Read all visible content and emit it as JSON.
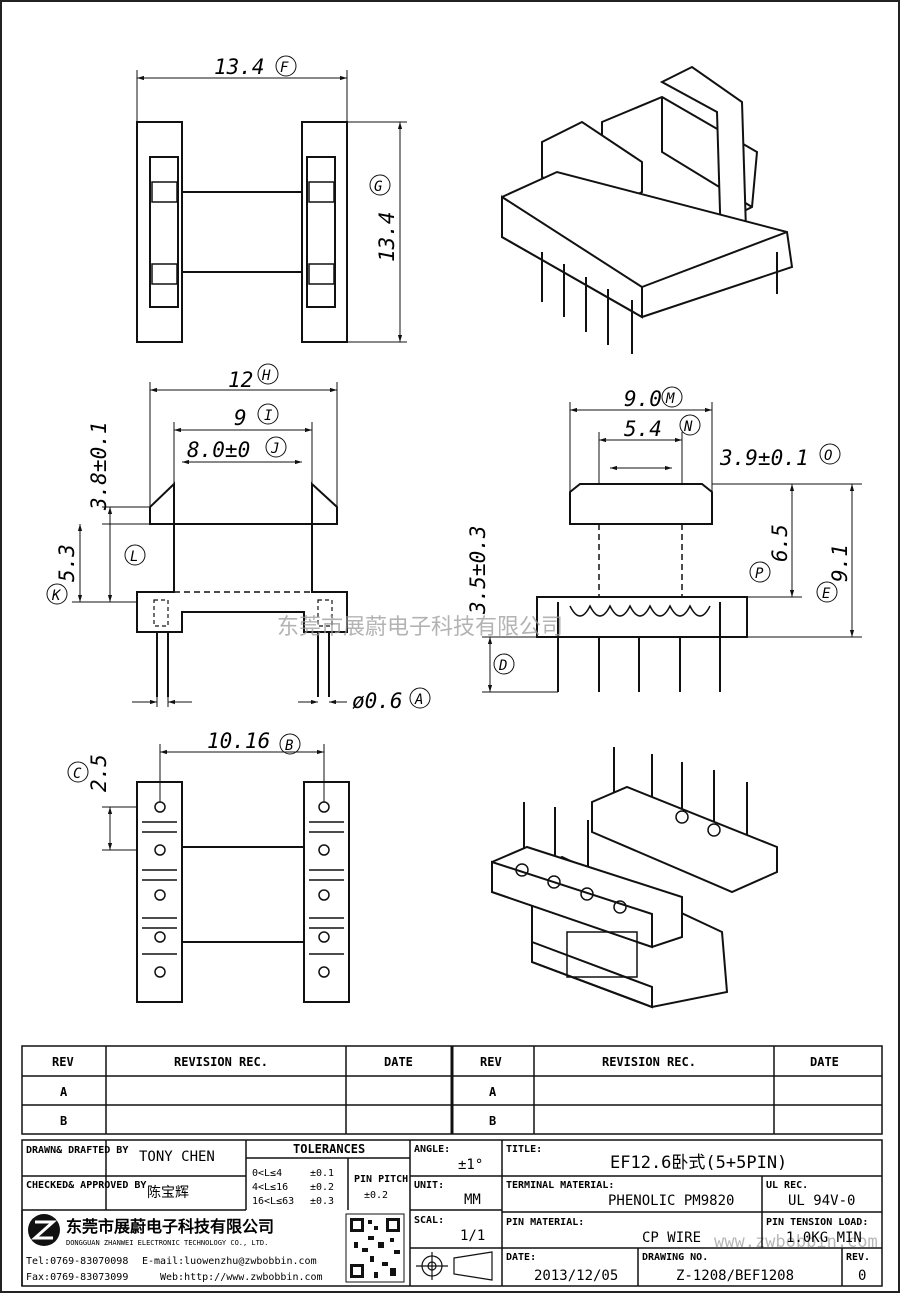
{
  "drawing": {
    "dimensions": {
      "F": {
        "value": "13.4",
        "letter": "F"
      },
      "G": {
        "value": "13.4",
        "letter": "G"
      },
      "H": {
        "value": "12",
        "letter": "H"
      },
      "I": {
        "value": "9",
        "letter": "I"
      },
      "J": {
        "value": "8.0±0",
        "letter": "J"
      },
      "K": {
        "value": "5.3",
        "letter": "K"
      },
      "L": {
        "value": "3.8±0.1",
        "letter": "L"
      },
      "A": {
        "value": "ø0.6",
        "letter": "A"
      },
      "M": {
        "value": "9.0",
        "letter": "M"
      },
      "N": {
        "value": "5.4",
        "letter": "N"
      },
      "O": {
        "value": "3.9±0.1",
        "letter": "O"
      },
      "P": {
        "value": "6.5",
        "letter": "P"
      },
      "E": {
        "value": "9.1",
        "letter": "E"
      },
      "D": {
        "value": "3.5±0.3",
        "letter": "D"
      },
      "B": {
        "value": "10.16",
        "letter": "B"
      },
      "C": {
        "value": "2.5",
        "letter": "C"
      }
    },
    "watermark": "东莞市展蔚电子科技有限公司",
    "watermark_url": "www.zwbobbin.com"
  },
  "revision_table": {
    "headers": [
      "REV",
      "REVISION REC.",
      "DATE",
      "REV",
      "REVISION REC.",
      "DATE"
    ],
    "rows": [
      [
        "A",
        "",
        "",
        "A",
        "",
        ""
      ],
      [
        "B",
        "",
        "",
        "B",
        "",
        ""
      ]
    ]
  },
  "title_block": {
    "drawn_label": "DRAWN& DRAFTED BY",
    "drawn_value": "TONY CHEN",
    "checked_label": "CHECKED& APPROVED BY",
    "checked_value": "陈宝辉",
    "tolerances_label": "TOLERANCES",
    "tol_rows": [
      {
        "range": "0<L≤4",
        "tol": "±0.1"
      },
      {
        "range": "4<L≤16",
        "tol": "±0.2"
      },
      {
        "range": "16<L≤63",
        "tol": "±0.3"
      }
    ],
    "pin_pitch_label": "PIN PITCH",
    "pin_pitch_value": "±0.2",
    "angle_label": "ANGLE:",
    "angle_value": "±1°",
    "unit_label": "UNIT:",
    "unit_value": "MM",
    "scale_label": "SCAL:",
    "scale_value": "1/1",
    "title_label": "TITLE:",
    "title_value": "EF12.6卧式(5+5PIN)",
    "terminal_label": "TERMINAL MATERIAL:",
    "terminal_value": "PHENOLIC PM9820",
    "ul_label": "UL REC.",
    "ul_value": "UL 94V-0",
    "pin_material_label": "PIN MATERIAL:",
    "pin_material_value": "CP WIRE",
    "tension_label": "PIN TENSION LOAD:",
    "tension_value": "1.0KG MIN",
    "date_label": "DATE:",
    "date_value": "2013/12/05",
    "drawing_no_label": "DRAWING NO.",
    "drawing_no_value": "Z-1208/BEF1208",
    "rev_label": "REV.",
    "rev_value": "0",
    "company_cn": "东莞市展蔚电子科技有限公司",
    "company_en": "DONGGUAN ZHANWEI ELECTRONIC TECHNOLOGY CO., LTD.",
    "tel": "Tel:0769-83070098",
    "email": "E-mail:luowenzhu@zwbobbin.com",
    "fax": "Fax:0769-83073099",
    "web": "Web:http://www.zwbobbin.com"
  },
  "icons": [
    "company-logo-icon",
    "qr-code-icon",
    "projection-symbol-icon"
  ]
}
